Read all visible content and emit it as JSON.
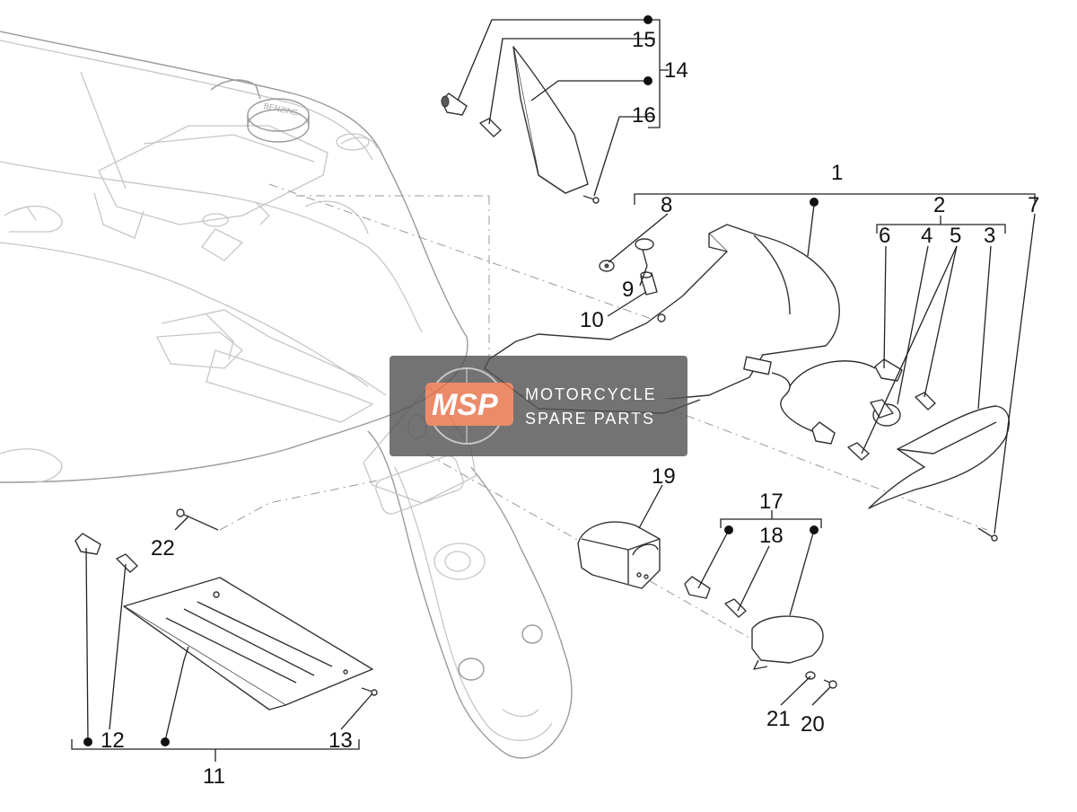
{
  "diagram": {
    "callouts": {
      "n1": "1",
      "n2": "2",
      "n3": "3",
      "n4": "4",
      "n5": "5",
      "n6": "6",
      "n7": "7",
      "n8": "8",
      "n9": "9",
      "n10": "10",
      "n11": "11",
      "n12": "12",
      "n13": "13",
      "n14": "14",
      "n15": "15",
      "n16": "16",
      "n17": "17",
      "n18": "18",
      "n19": "19",
      "n20": "20",
      "n21": "21",
      "n22": "22"
    },
    "fuel_cap_text": "BENZINE"
  },
  "watermark": {
    "logo": "MSP",
    "line1": "MOTORCYCLE",
    "line2": "SPARE PARTS",
    "color": "#555555",
    "logo_color": "#e8724a"
  }
}
